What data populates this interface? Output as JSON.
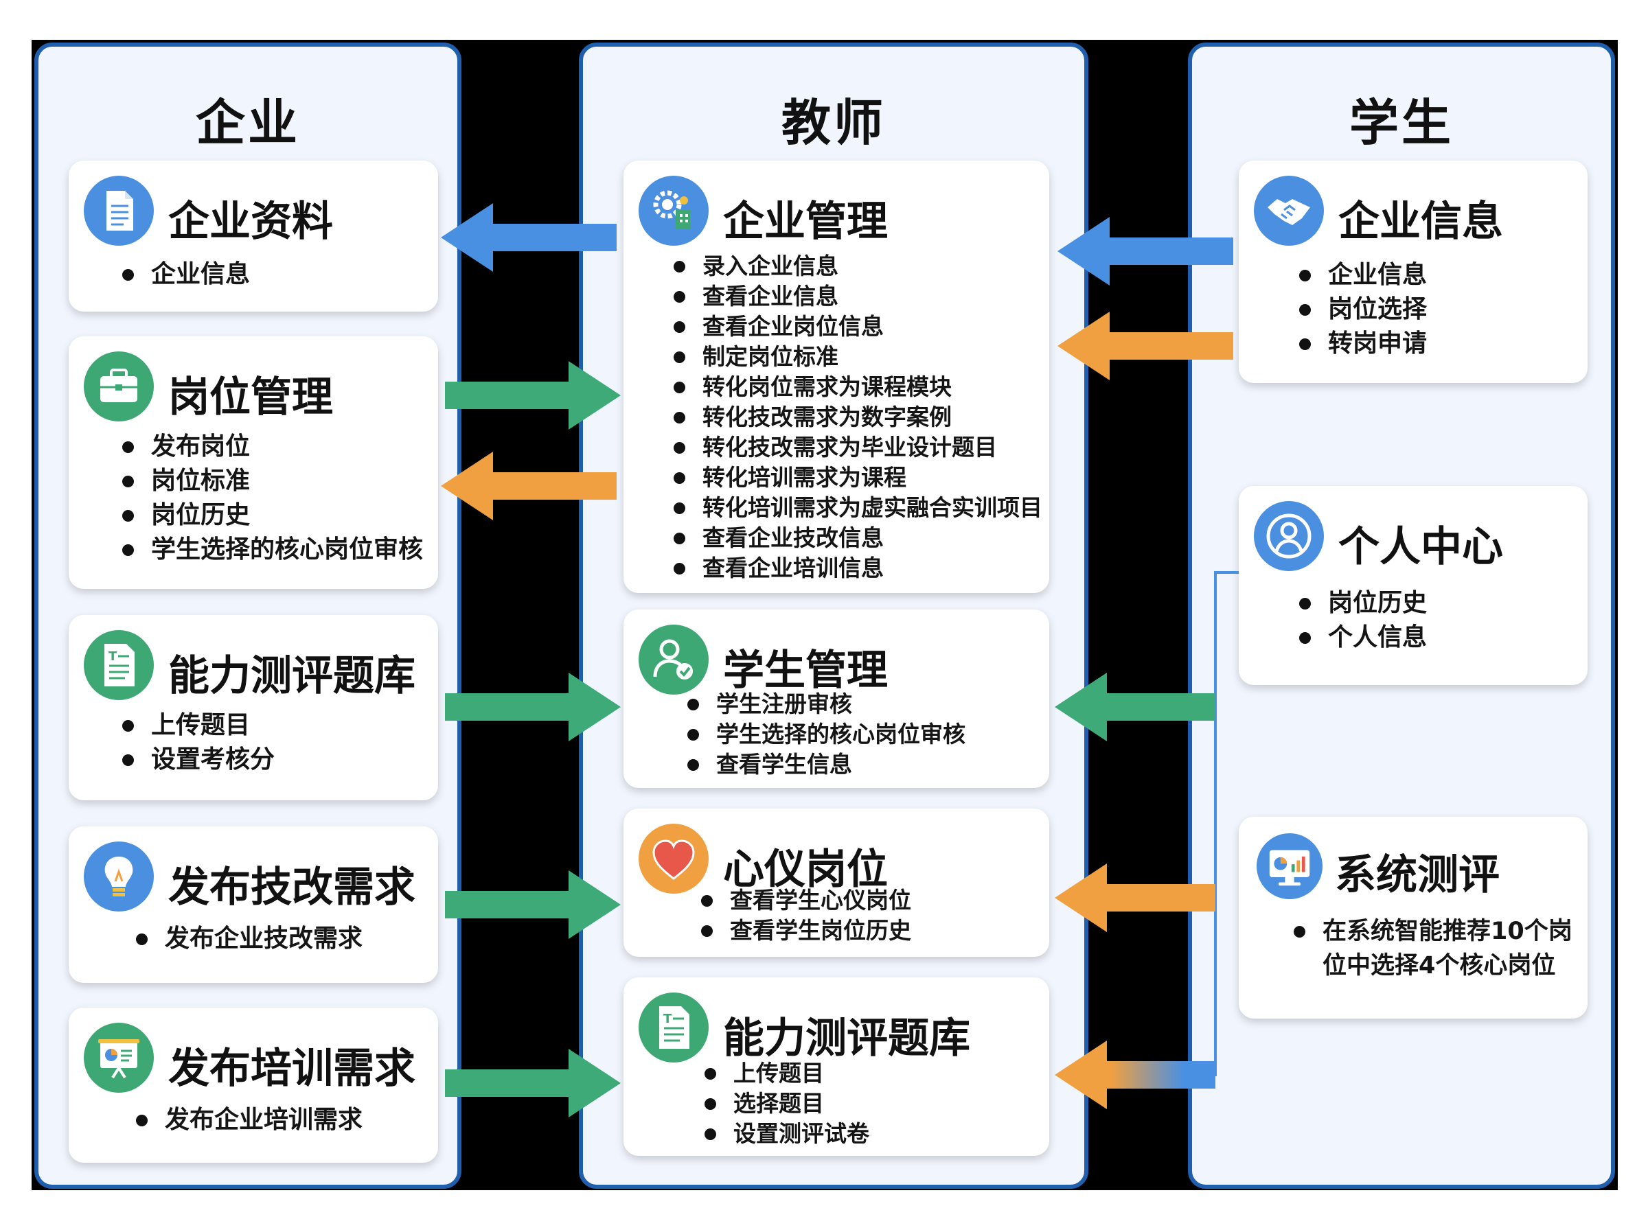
{
  "colors": {
    "column_border": "#1f5fae",
    "column_bg": "#f1f5fd",
    "arrow_blue": "#4a90e2",
    "arrow_green": "#3daa78",
    "arrow_orange": "#f0a040"
  },
  "columns": {
    "enterprise": {
      "title": "企业",
      "cards": [
        {
          "icon": "document-icon",
          "title": "企业资料",
          "items": [
            "企业信息"
          ]
        },
        {
          "icon": "briefcase-icon",
          "title": "岗位管理",
          "items": [
            "发布岗位",
            "岗位标准",
            "岗位历史",
            "学生选择的核心岗位审核"
          ]
        },
        {
          "icon": "test-paper-icon",
          "title": "能力测评题库",
          "items": [
            "上传题目",
            "设置考核分"
          ]
        },
        {
          "icon": "lightbulb-icon",
          "title": "发布技改需求",
          "items": [
            "发布企业技改需求"
          ]
        },
        {
          "icon": "presentation-board-icon",
          "title": "发布培训需求",
          "items": [
            "发布企业培训需求"
          ]
        }
      ]
    },
    "teacher": {
      "title": "教师",
      "cards": [
        {
          "icon": "gear-building-icon",
          "title": "企业管理",
          "items": [
            "录入企业信息",
            "查看企业信息",
            "查看企业岗位信息",
            "制定岗位标准",
            "转化岗位需求为课程模块",
            "转化技改需求为数字案例",
            "转化技改需求为毕业设计题目",
            "转化培训需求为课程",
            "转化培训需求为虚实融合实训项目",
            "查看企业技改信息",
            "查看企业培训信息"
          ]
        },
        {
          "icon": "user-check-icon",
          "title": "学生管理",
          "items": [
            "学生注册审核",
            "学生选择的核心岗位审核",
            "查看学生信息"
          ]
        },
        {
          "icon": "heart-icon",
          "title": "心仪岗位",
          "items": [
            "查看学生心仪岗位",
            "查看学生岗位历史"
          ]
        },
        {
          "icon": "test-paper-icon",
          "title": "能力测评题库",
          "items": [
            "上传题目",
            "选择题目",
            "设置测评试卷"
          ]
        }
      ]
    },
    "student": {
      "title": "学生",
      "cards": [
        {
          "icon": "handshake-icon",
          "title": "企业信息",
          "items": [
            "企业信息",
            "岗位选择",
            "转岗申请"
          ]
        },
        {
          "icon": "user-profile-icon",
          "title": "个人中心",
          "items": [
            "岗位历史",
            "个人信息"
          ]
        },
        {
          "icon": "monitor-chart-icon",
          "title": "系统测评",
          "items": [
            "在系统智能推荐10个岗",
            "位中选择4个核心岗位"
          ]
        }
      ]
    }
  }
}
